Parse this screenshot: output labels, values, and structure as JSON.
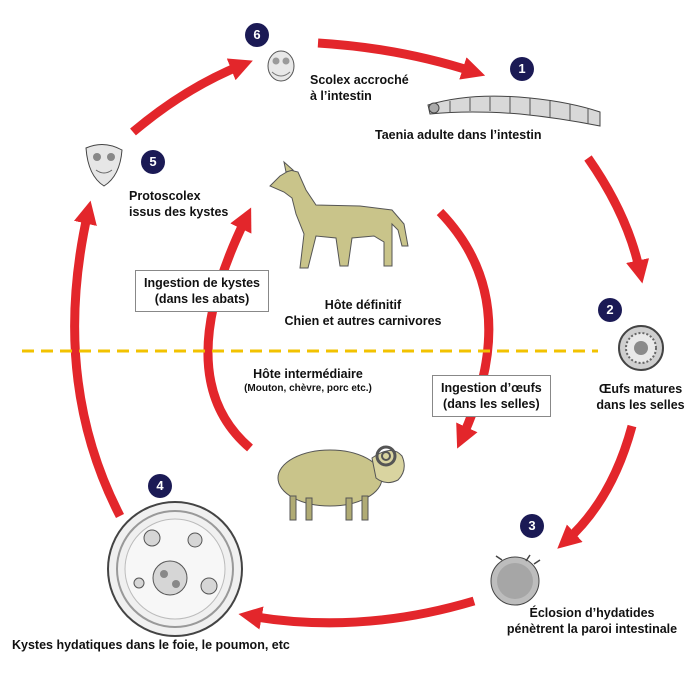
{
  "colors": {
    "arrow": "#e3262b",
    "dashed_line": "#f2c200",
    "badge": "#1b1a55",
    "animal": "#c9c48a"
  },
  "stages": [
    {
      "number": "1",
      "label_lines": [
        "Taenia adulte dans l’intestin"
      ]
    },
    {
      "number": "2",
      "label_lines": [
        "Œufs matures",
        "dans les selles"
      ]
    },
    {
      "number": "3",
      "label_lines": [
        "Éclosion d’hydatides",
        "pénètrent la paroi intestinale"
      ]
    },
    {
      "number": "4",
      "label_lines": [
        "Kystes hydatiques dans le foie, le poumon, etc"
      ]
    },
    {
      "number": "5",
      "label_lines": [
        "Protoscolex",
        "issus des kystes"
      ]
    },
    {
      "number": "6",
      "label_lines": [
        "Scolex accroché",
        "à l’intestin"
      ]
    }
  ],
  "hosts": {
    "definitive": {
      "line1": "Hôte définitif",
      "line2": "Chien et autres carnivores"
    },
    "intermediate": {
      "line1": "Hôte intermédiaire",
      "line2": "(Mouton, chèvre, porc etc.)"
    }
  },
  "transmission": {
    "cysts": {
      "line1": "Ingestion de kystes",
      "line2": "(dans les abats)"
    },
    "eggs": {
      "line1": "Ingestion d’œufs",
      "line2": "(dans les selles)"
    }
  }
}
